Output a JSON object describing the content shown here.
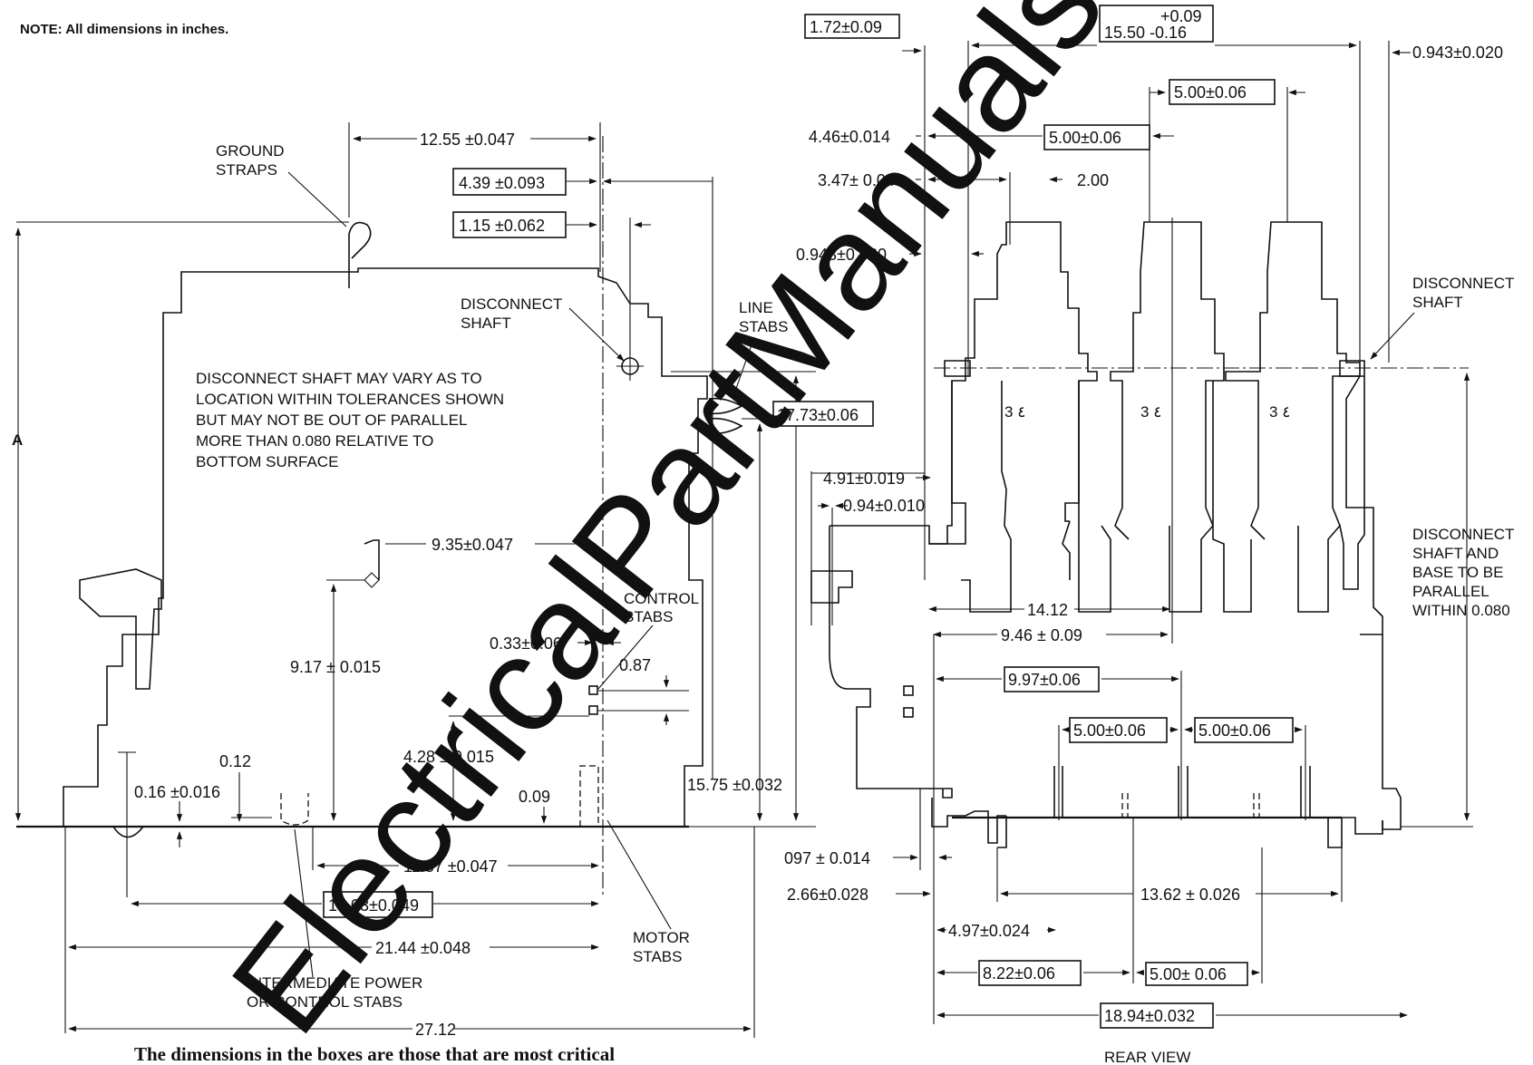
{
  "note": "NOTE: All dimensions in inches.",
  "caption_partial": "The dimensions in the boxes are those that are most critical",
  "watermark": "ElectricalPartManuals",
  "side_view": {
    "labels": {
      "ground_straps": [
        "GROUND",
        "STRAPS"
      ],
      "disconnect_shaft": [
        "DISCONNECT",
        "SHAFT"
      ],
      "line_stabs": [
        "LINE",
        "STABS"
      ],
      "control_stabs": [
        "CONTROL",
        "STABS"
      ],
      "motor_stabs": [
        "MOTOR",
        "STABS"
      ],
      "intermediate": [
        "INTERMEDIATE POWER",
        "OR CONTROL STABS"
      ],
      "dim_a": "A",
      "shaft_note": [
        "DISCONNECT SHAFT MAY VARY AS TO",
        "LOCATION WITHIN TOLERANCES SHOWN",
        "BUT MAY NOT BE OUT OF PARALLEL",
        "MORE THAN 0.080 RELATIVE TO",
        "BOTTOM SURFACE"
      ]
    },
    "dims": {
      "d12_55": "12.55 ±0.047",
      "d4_39": "4.39 ±0.093",
      "d1_15": "1.15 ±0.062",
      "d17_73": "17.73±0.06",
      "d9_35": "9.35±0.047",
      "d9_17": "9.17 ± 0.015",
      "d0_33": "0.33±0.06",
      "d0_87": "0.87",
      "d4_28": "4.28 ± 0.015",
      "d15_75": "15.75 ±0.032",
      "d0_12": "0.12",
      "d0_16": "0.16 ±0.016",
      "d0_09": "0.09",
      "d11_87": "11.87 ±0.047",
      "d19_03": "19.03±0.049",
      "d21_44": "21.44 ±0.048",
      "d27_12": "27.12"
    }
  },
  "rear_view": {
    "title": "REAR VIEW",
    "labels": {
      "disconnect_shaft": [
        "DISCONNECT",
        "SHAFT"
      ],
      "parallel_note": [
        "DISCONNECT",
        "SHAFT AND",
        "BASE TO BE",
        "PARALLEL",
        "WITHIN 0.080"
      ]
    },
    "dims": {
      "d1_72": "1.72±0.09",
      "d15_50_tol": "+0.09",
      "d15_50": "15.50 -0.16",
      "d0_943_top": "0.943±0.020",
      "d5_00_a": "5.00±0.06",
      "d4_46": "4.46±0.014",
      "d5_00_b": "5.00±0.06",
      "d3_47": "3.47± 0.04",
      "d2_00": "2.00",
      "d0_943_left": "0.943±0.020",
      "d4_91": "4.91±0.019",
      "d0_94": "0.94±0.010",
      "d14_12": "14.12",
      "d9_46": "9.46 ± 0.09",
      "d9_97": "9.97±0.06",
      "d5_00_c": "5.00±0.06",
      "d5_00_d": "5.00±0.06",
      "d0_97": "097 ± 0.014",
      "d2_66": "2.66±0.028",
      "d13_62": "13.62 ± 0.026",
      "d4_97": "4.97±0.024",
      "d8_22": "8.22±0.06",
      "d5_00_e": "5.00± 0.06",
      "d18_94": "18.94±0.032"
    }
  }
}
